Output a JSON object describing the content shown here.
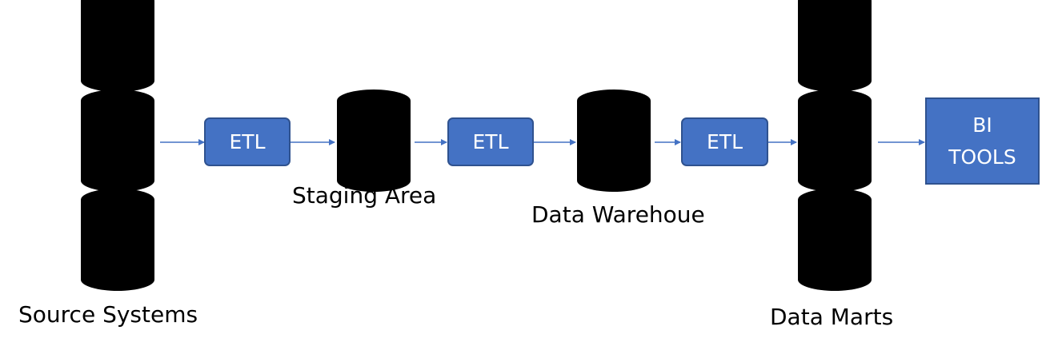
{
  "diagram": {
    "labels": {
      "source_systems": "Source Systems",
      "staging_area": "Staging Area",
      "data_warehouse": "Data Warehoue",
      "data_marts": "Data Marts"
    },
    "etl_boxes": [
      "ETL",
      "ETL",
      "ETL"
    ],
    "bi_tools": {
      "line1": "BI",
      "line2": "TOOLS"
    },
    "colors": {
      "database_stroke": "#b3d18d",
      "box_fill": "#4472c4",
      "box_border": "#2f528f",
      "arrow": "#4472c4",
      "box_text": "#ffffff",
      "label_text": "#000000"
    }
  }
}
